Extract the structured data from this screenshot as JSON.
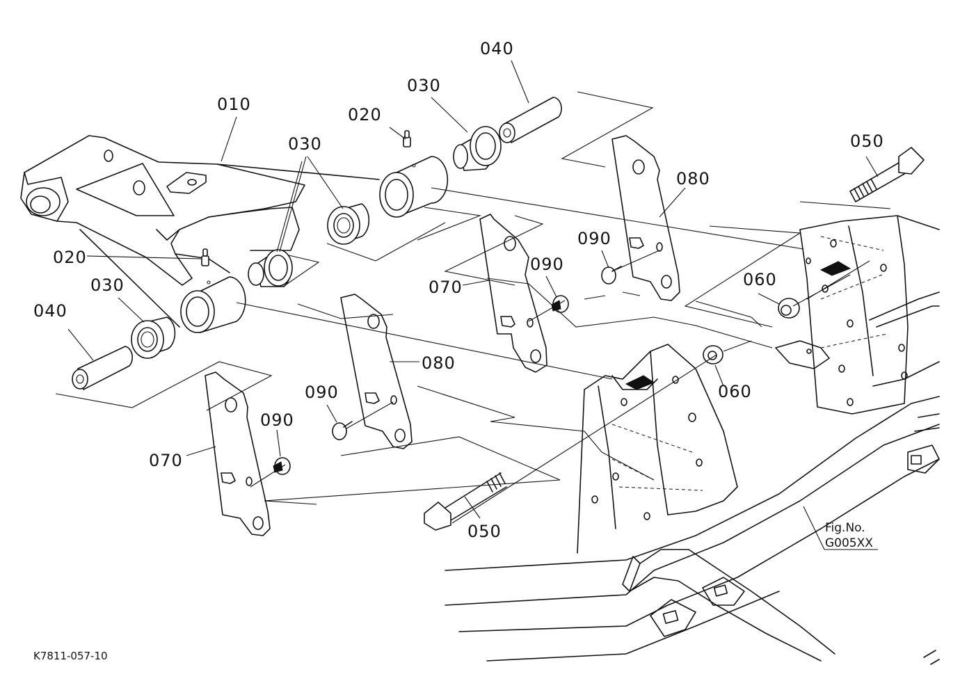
{
  "diagram_code": "K7811-057-10",
  "figure": {
    "label": "Fig.No.",
    "code": "G005XX"
  },
  "callouts": {
    "c010": "010",
    "c020a": "020",
    "c020b": "020",
    "c030a": "030",
    "c030b": "030",
    "c030c": "030",
    "c040a": "040",
    "c040b": "040",
    "c050a": "050",
    "c050b": "050",
    "c060a": "060",
    "c060b": "060",
    "c070a": "070",
    "c070b": "070",
    "c080a": "080",
    "c080b": "080",
    "c090a": "090",
    "c090b": "090",
    "c090c": "090",
    "c090d": "090"
  }
}
